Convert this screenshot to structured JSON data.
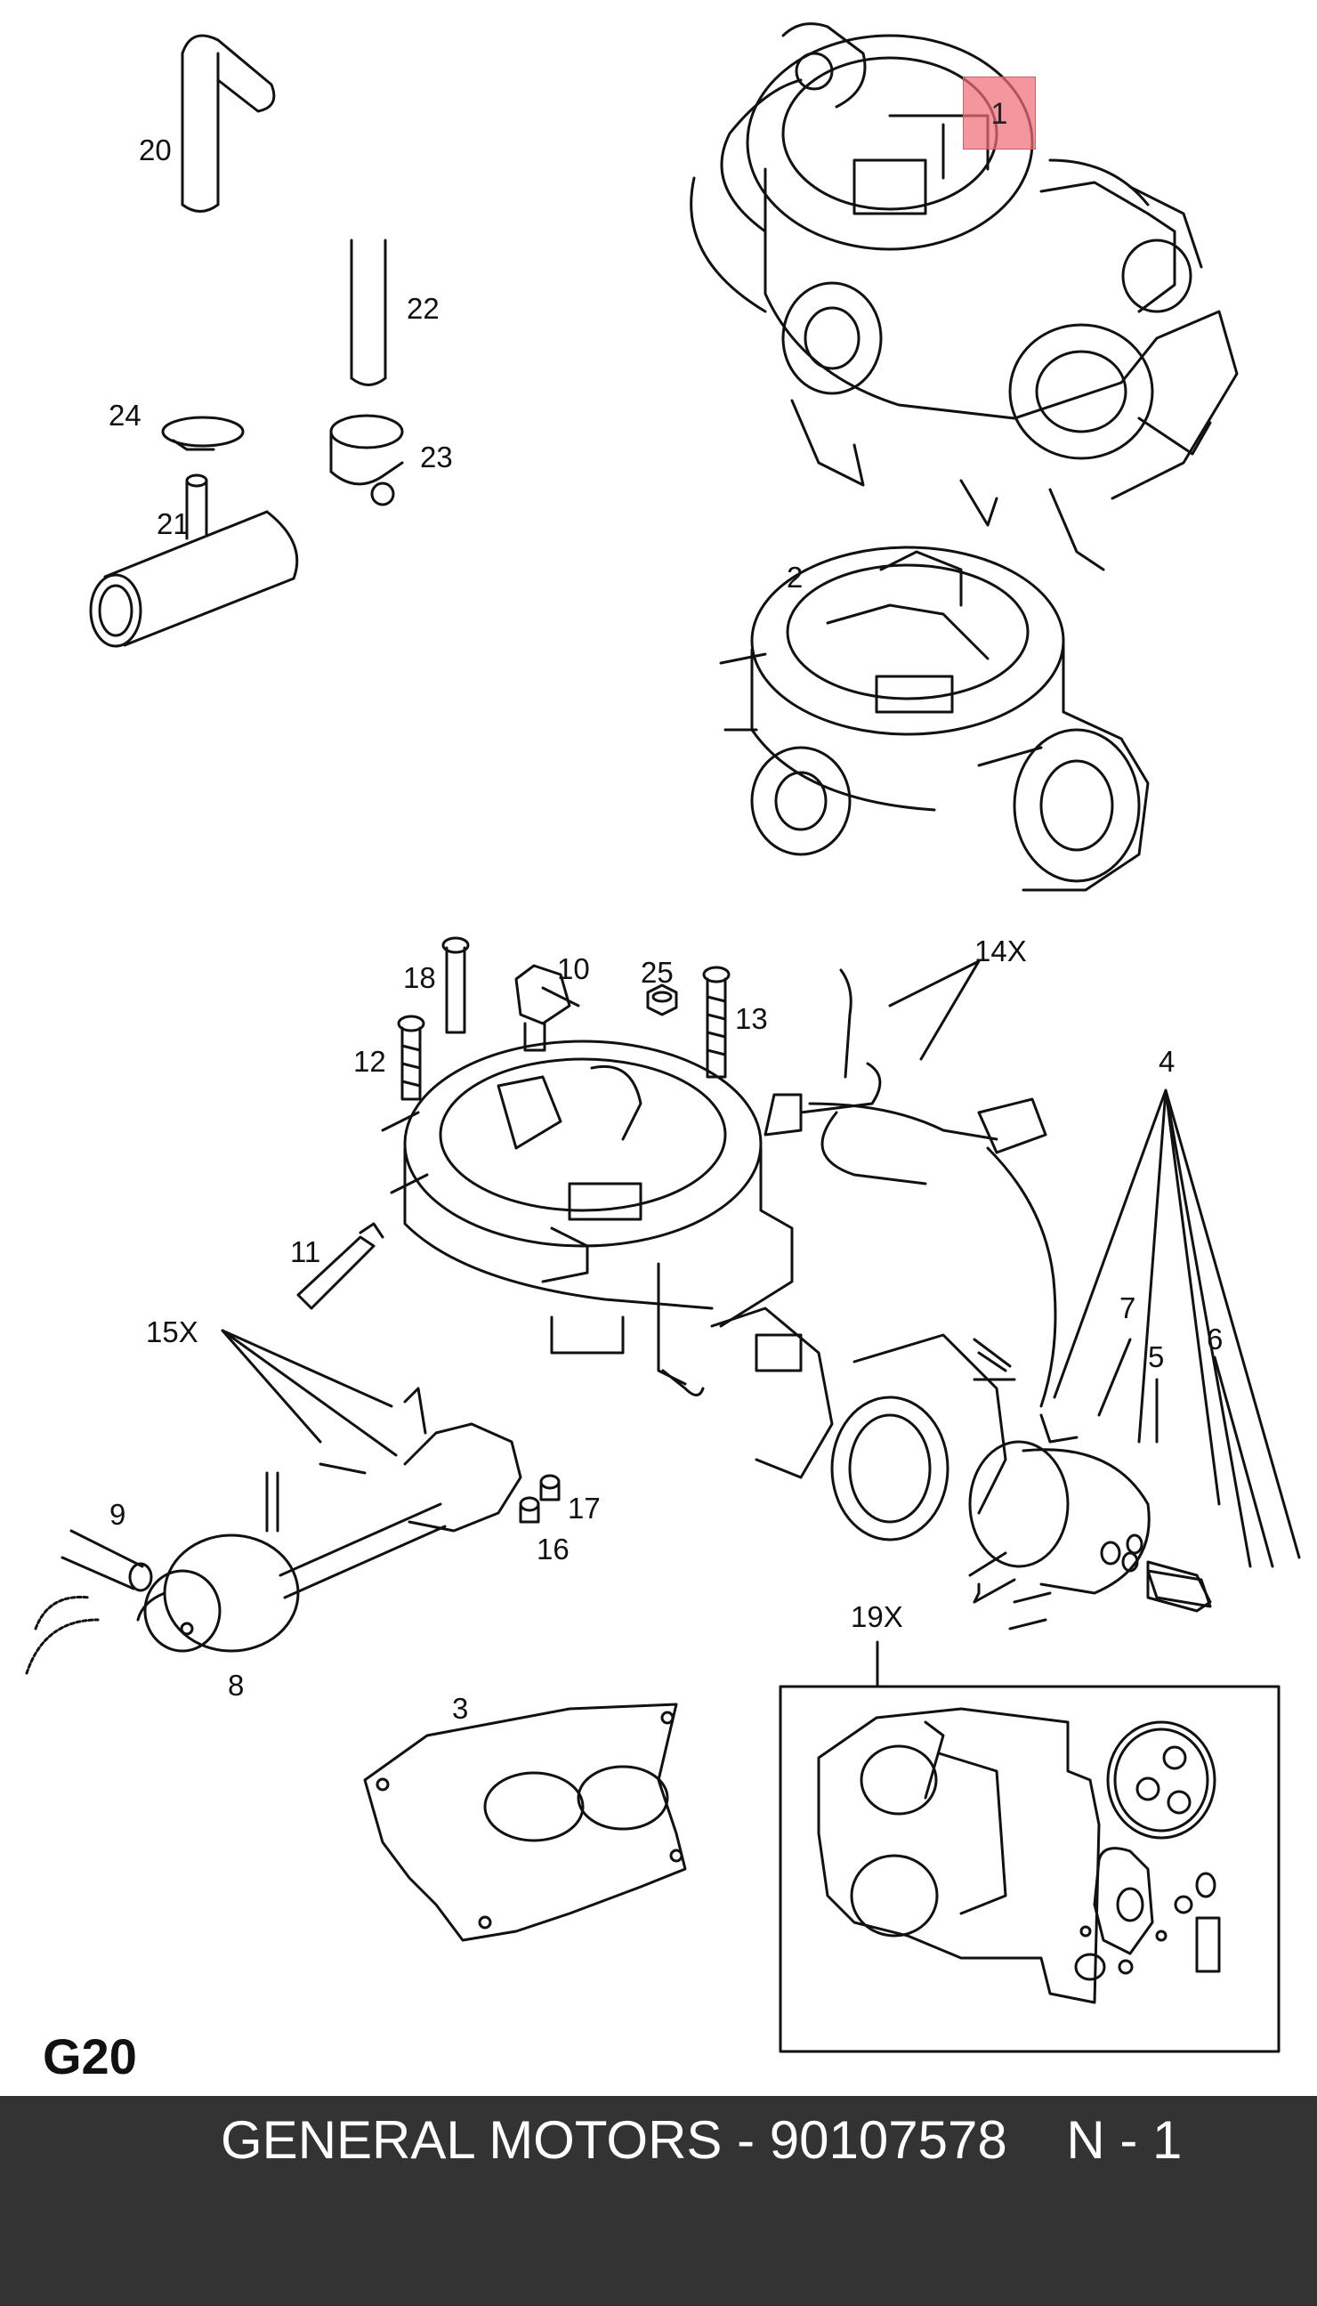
{
  "page": {
    "sheet_code": "G20"
  },
  "callouts": {
    "p1": "1",
    "p2": "2",
    "p3": "3",
    "p4": "4",
    "p5": "5",
    "p6": "6",
    "p7": "7",
    "p8": "8",
    "p9": "9",
    "p10": "10",
    "p11": "11",
    "p12": "12",
    "p13": "13",
    "p14x": "14X",
    "p15x": "15X",
    "p16": "16",
    "p17": "17",
    "p18": "18",
    "p19x": "19X",
    "p20": "20",
    "p21": "21",
    "p22": "22",
    "p23": "23",
    "p24": "24",
    "p25": "25"
  },
  "highlight": {
    "part": "1",
    "color": "#f06e78"
  },
  "footer": {
    "text": "GENERAL MOTORS - 90107578    N - 1",
    "background": "#333333"
  }
}
